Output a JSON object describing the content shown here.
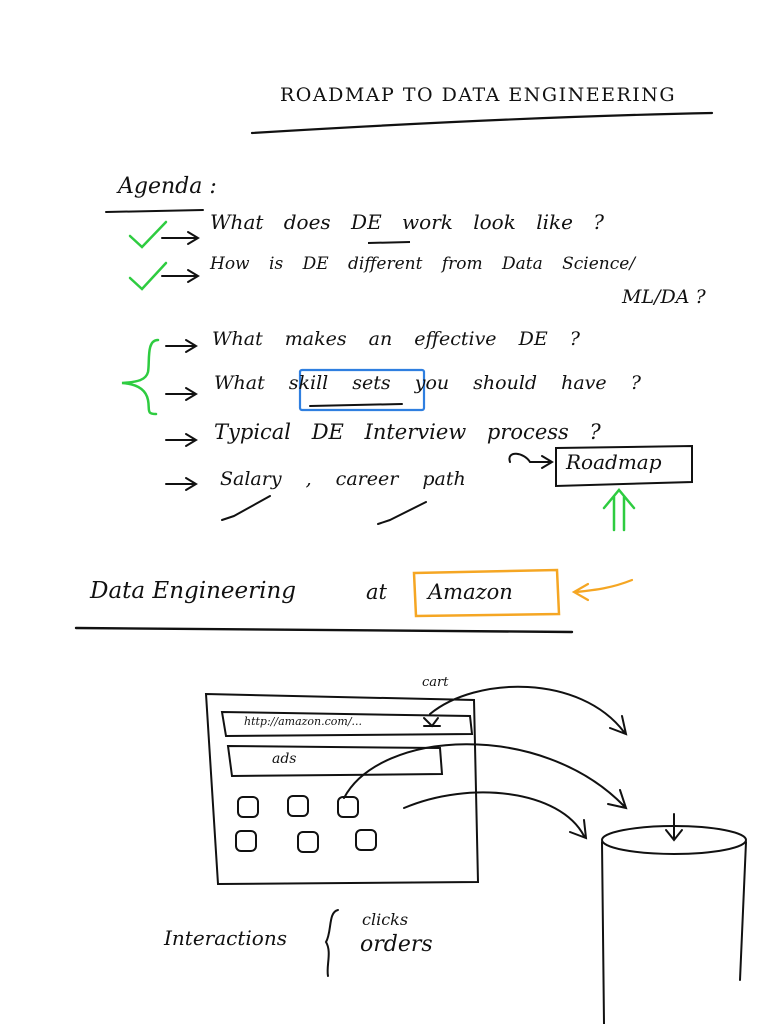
{
  "title": "ROADMAP TO DATA ENGINEERING",
  "agenda": {
    "heading": "Agenda :",
    "items": [
      {
        "text": "What does DE work look like ?",
        "checked": true
      },
      {
        "text": "How is DE different from Data Science/",
        "continuation": "ML/DA ?",
        "checked": true
      },
      {
        "text": "What makes an effective DE ?",
        "checked": false
      },
      {
        "text": "What skill sets you should have ?",
        "highlight": "skill sets",
        "checked": false
      },
      {
        "text": "Typical DE Interview process ?",
        "checked": false
      },
      {
        "text": "Salary , career path",
        "checked": false
      }
    ],
    "roadmap_box": "Roadmap"
  },
  "section": {
    "prefix": "Data Engineering",
    "connector": "at",
    "company": "Amazon"
  },
  "sketch": {
    "url": "http://amazon.com/...",
    "ads_label": "ads",
    "cart_label": "cart",
    "interactions_label": "Interactions",
    "interaction_items": [
      "clicks",
      "orders"
    ]
  },
  "colors": {
    "ink": "#111111",
    "check_green": "#2ecc40",
    "box_blue": "#2f7fe0",
    "box_orange": "#f5a623"
  }
}
